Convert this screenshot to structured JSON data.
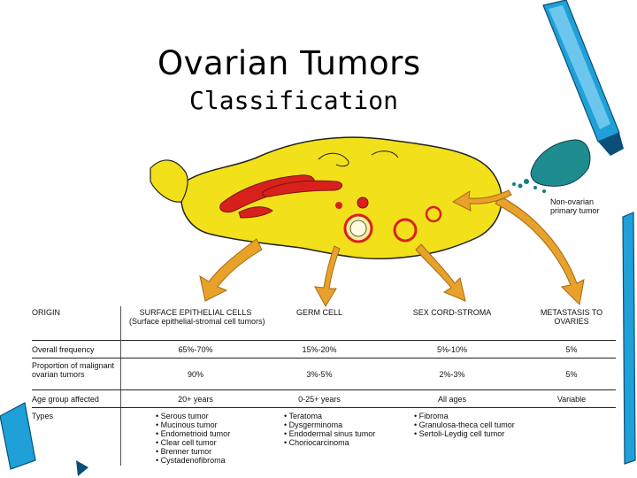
{
  "slide": {
    "title": "Ovarian Tumors",
    "subtitle": "Classification"
  },
  "diagram": {
    "metastasis_label": "Non-ovarian primary tumor"
  },
  "table": {
    "origin_header": "ORIGIN",
    "columns": [
      {
        "header": "SURFACE EPITHELIAL CELLS",
        "subheader": "(Surface epithelial-stromal cell tumors)"
      },
      {
        "header": "GERM CELL",
        "subheader": ""
      },
      {
        "header": "SEX CORD-STROMA",
        "subheader": ""
      },
      {
        "header": "METASTASIS TO OVARIES",
        "subheader": ""
      }
    ],
    "rows": [
      {
        "label": "Overall frequency",
        "values": [
          "65%-70%",
          "15%-20%",
          "5%-10%",
          "5%"
        ]
      },
      {
        "label": "Proportion of malignant ovarian tumors",
        "values": [
          "90%",
          "3%-5%",
          "2%-3%",
          "5%"
        ]
      },
      {
        "label": "Age group affected",
        "values": [
          "20+ years",
          "0-25+ years",
          "All ages",
          "Variable"
        ]
      }
    ],
    "types_label": "Types",
    "types": [
      [
        "• Serous tumor",
        "• Mucinous tumor",
        "• Endometrioid tumor",
        "• Clear cell tumor",
        "• Brenner tumor",
        "• Cystadenofibroma"
      ],
      [
        "• Teratoma",
        "• Dysgerminoma",
        "• Endodermal sinus tumor",
        "• Choriocarcinoma"
      ],
      [
        "• Fibroma",
        "• Granulosa-theca cell tumor",
        "• Sertoli-Leydig cell tumor"
      ],
      []
    ]
  },
  "colors": {
    "ovary_fill": "#f2e11a",
    "follicle_red": "#d8211c",
    "arrow_orange": "#e8a12a",
    "pen_blue": "#1fa0d8",
    "metastasis_teal": "#0f7f86"
  },
  "icons": [
    "pen-icon",
    "pen-clip-icon",
    "pen-tip-icon"
  ]
}
